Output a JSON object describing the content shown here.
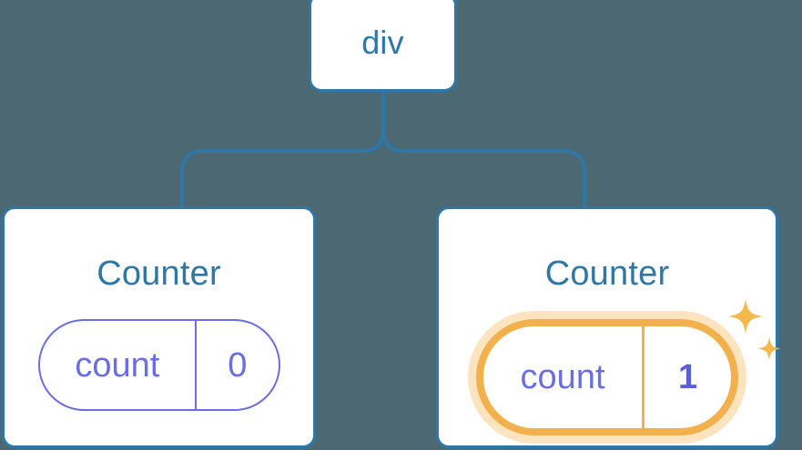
{
  "diagram": {
    "type": "component-tree",
    "background_color": "#4b6873",
    "edge_color": "#2e77a6",
    "nodes": [
      {
        "id": "div",
        "label": "div",
        "role": "root-element",
        "border_color": "#2e77a6",
        "fill_color": "#ffffff"
      },
      {
        "id": "counter-left",
        "label": "Counter",
        "role": "component",
        "border_color": "#2e77a6",
        "fill_color": "#ffffff",
        "state": {
          "key": "count",
          "value": "0",
          "highlighted": false,
          "stroke_color": "#6b6ee2",
          "text_color": "#6b6ee2"
        }
      },
      {
        "id": "counter-right",
        "label": "Counter",
        "role": "component",
        "border_color": "#2e77a6",
        "fill_color": "#ffffff",
        "state": {
          "key": "count",
          "value": "1",
          "highlighted": true,
          "stroke_color": "#f3b14d",
          "glow_color": "#fce4c0",
          "text_color": "#6b6ee2",
          "value_color": "#5b5fd6",
          "sparkle_color": "#f5b84d"
        }
      }
    ],
    "edges": [
      {
        "from": "div",
        "to": "counter-left"
      },
      {
        "from": "div",
        "to": "counter-right"
      }
    ]
  }
}
